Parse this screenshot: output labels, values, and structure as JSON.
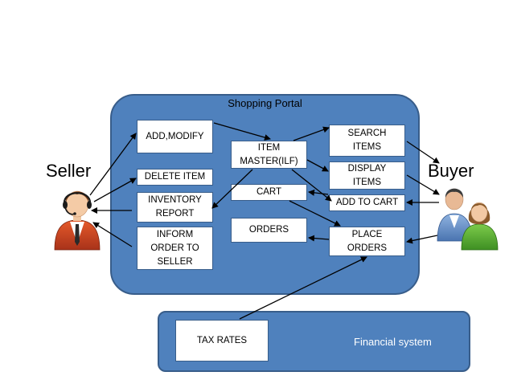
{
  "portal": {
    "title": "Shopping Portal"
  },
  "financial_system": {
    "label": "Financial system"
  },
  "actors": {
    "seller": "Seller",
    "buyer": "Buyer"
  },
  "boxes": {
    "add_modify": "ADD,MODIFY",
    "delete_item": "DELETE ITEM",
    "inventory_report": "INVENTORY\nREPORT",
    "inform_order": "INFORM\nORDER TO\nSELLER",
    "item_master": "ITEM\nMASTER(ILF)",
    "cart": "CART",
    "orders": "ORDERS",
    "search_items": "SEARCH\nITEMS",
    "display_items": "DISPLAY\nITEMS",
    "add_to_cart": "ADD TO CART",
    "place_orders": "PLACE\nORDERS",
    "tax_rates": "TAX RATES"
  },
  "colors": {
    "container_fill": "#4f81bd",
    "container_border": "#385d8a",
    "box_fill": "#ffffff",
    "arrow": "#000000"
  }
}
